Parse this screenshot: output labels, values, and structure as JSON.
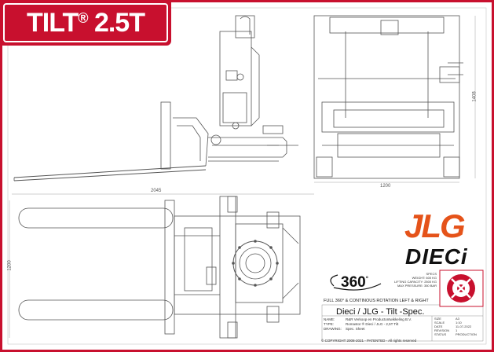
{
  "badge": {
    "title": "TILT",
    "mark": "®",
    "model": "2.5T"
  },
  "dimensions": {
    "total_length": "2045",
    "top_width": "1200",
    "top_height": "1408",
    "plan_height": "1200"
  },
  "brands": {
    "jlg": "JLG",
    "dieci": "DIECi"
  },
  "rotation": {
    "label": "360"
  },
  "specs": {
    "heading": "SPECS",
    "weight": "WEIGHT: 600 KG",
    "capacity": "LIFTING CAPACITY: 2500 KG",
    "pressure": "MAX PRESSURE: 350 BAR"
  },
  "caption": "FULL 360° & CONTINOUS ROTATION LEFT & RIGHT",
  "title_block": {
    "title": "Dieci / JLG - Tilt -Spec.",
    "labels": {
      "name": "NAME:",
      "type": "TYPE:",
      "drawing": "DRAWING:"
    },
    "values": {
      "name": "R&R Verkoop en Productontwikkeling B.V.",
      "type": "Romastor ® Dieci / JLG - 2,5T Tilt",
      "drawing": "Spec. Sheet"
    },
    "right_labels": {
      "size": "SIZE",
      "scale": "SCALE",
      "date": "DATE",
      "revision": "REVISION",
      "status": "STATUS"
    },
    "right_values": {
      "size": "A3",
      "scale": "1:10",
      "date": "11-07-2022",
      "revision": "1",
      "status": "PRODUCTION"
    }
  },
  "copyright": "© COPYRIGHT 2008-2021  -  PATENTED - All rights reserved",
  "colors": {
    "brand_red": "#c8102e",
    "jlg_orange": "#e5531a",
    "line": "#444444"
  }
}
